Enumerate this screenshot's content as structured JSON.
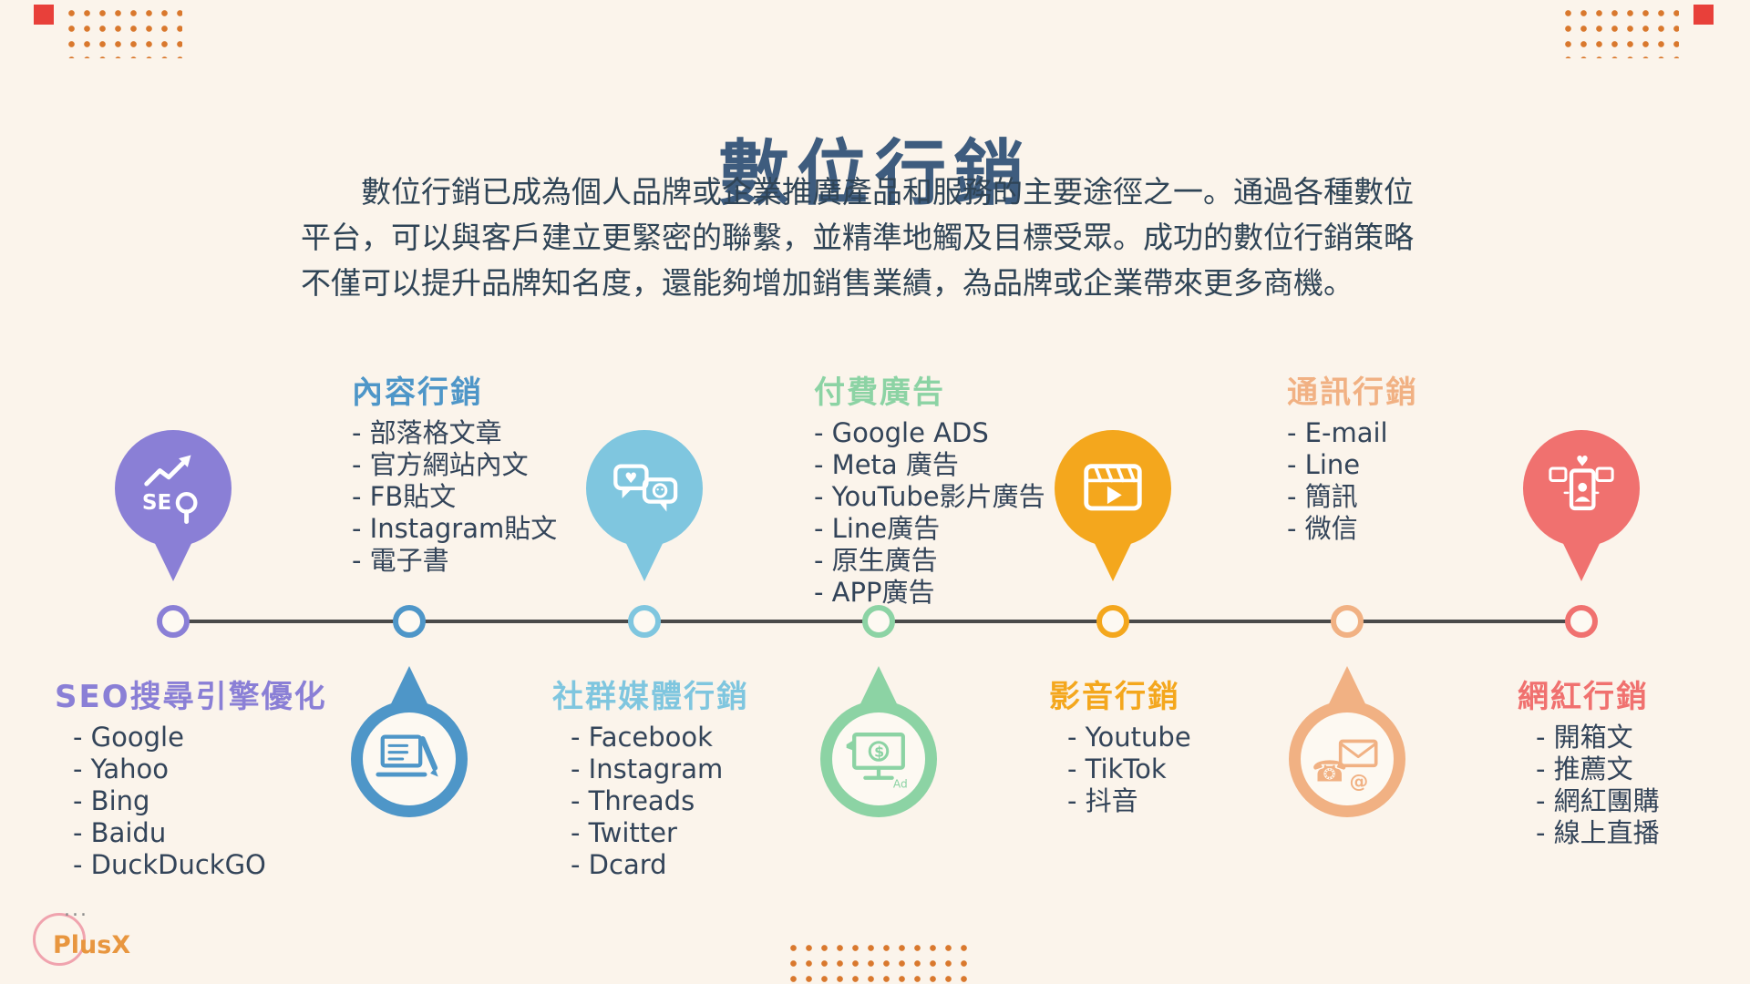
{
  "page": {
    "title": "數位行銷",
    "title_color": "#3E5C7E",
    "background_color": "#FBF4EB",
    "dot_color": "#D9782D",
    "line_color": "#4A4A4A",
    "intro_lines": [
      "數位行銷已成為個人品牌或企業推廣產品和服務的主要途徑之一。通過各種數位",
      "平台，可以與客戶建立更緊密的聯繫，並精準地觸及目標受眾。成功的數位行銷策略",
      "不僅可以提升品牌知名度，還能夠增加銷售業績，為品牌或企業帶來更多商機。"
    ],
    "logo_text": "PlusX",
    "logo_dots": "..."
  },
  "sections": [
    {
      "label": "SEO搜尋引擎優化",
      "color": "#8A7FD6",
      "icon": "seo-magnifier-icon",
      "position": "below",
      "items": [
        "- Google",
        "- Yahoo",
        "- Bing",
        "- Baidu",
        "- DuckDuckGO"
      ]
    },
    {
      "label": "內容行銷",
      "color": "#4E96C8",
      "icon": "laptop-writing-icon",
      "position": "above",
      "items": [
        "- 部落格文章",
        "- 官方網站內文",
        "- FB貼文",
        "- Instagram貼文",
        "- 電子書"
      ]
    },
    {
      "label": "社群媒體行銷",
      "color": "#7FC6DF",
      "icon": "chat-bubbles-icon",
      "position": "below",
      "items": [
        "- Facebook",
        "- Instagram",
        "- Threads",
        "- Twitter",
        "- Dcard"
      ]
    },
    {
      "label": "付費廣告",
      "color": "#8CD3A4",
      "icon": "ads-monitor-icon",
      "position": "above",
      "items": [
        "- Google ADS",
        "- Meta 廣告",
        "- YouTube影片廣告",
        "- Line廣告",
        "- 原生廣告",
        "- APP廣告"
      ]
    },
    {
      "label": "影音行銷",
      "color": "#F4A71D",
      "icon": "clapperboard-play-icon",
      "position": "below",
      "items": [
        "- Youtube",
        "- TikTok",
        "- 抖音"
      ]
    },
    {
      "label": "通訊行銷",
      "color": "#F1B183",
      "icon": "phone-envelope-icon",
      "position": "above",
      "items": [
        "- E-mail",
        "- Line",
        "- 簡訊",
        "- 微信"
      ]
    },
    {
      "label": "網紅行銷",
      "color": "#F0716F",
      "icon": "influencer-phone-icon",
      "position": "below",
      "items": [
        "- 開箱文",
        "- 推薦文",
        "- 網紅團購",
        "- 線上直播"
      ]
    }
  ]
}
